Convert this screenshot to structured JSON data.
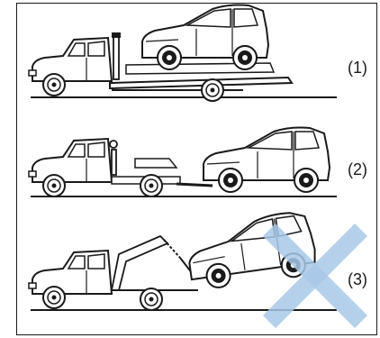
{
  "figure": {
    "panels": [
      {
        "label": "(1)",
        "method": "flatbed",
        "prohibited": false
      },
      {
        "label": "(2)",
        "method": "wheel-lift",
        "prohibited": false
      },
      {
        "label": "(3)",
        "method": "sling",
        "prohibited": true
      }
    ]
  },
  "colors": {
    "line": "#1a1a1a",
    "cross": "#a8c8e8"
  }
}
